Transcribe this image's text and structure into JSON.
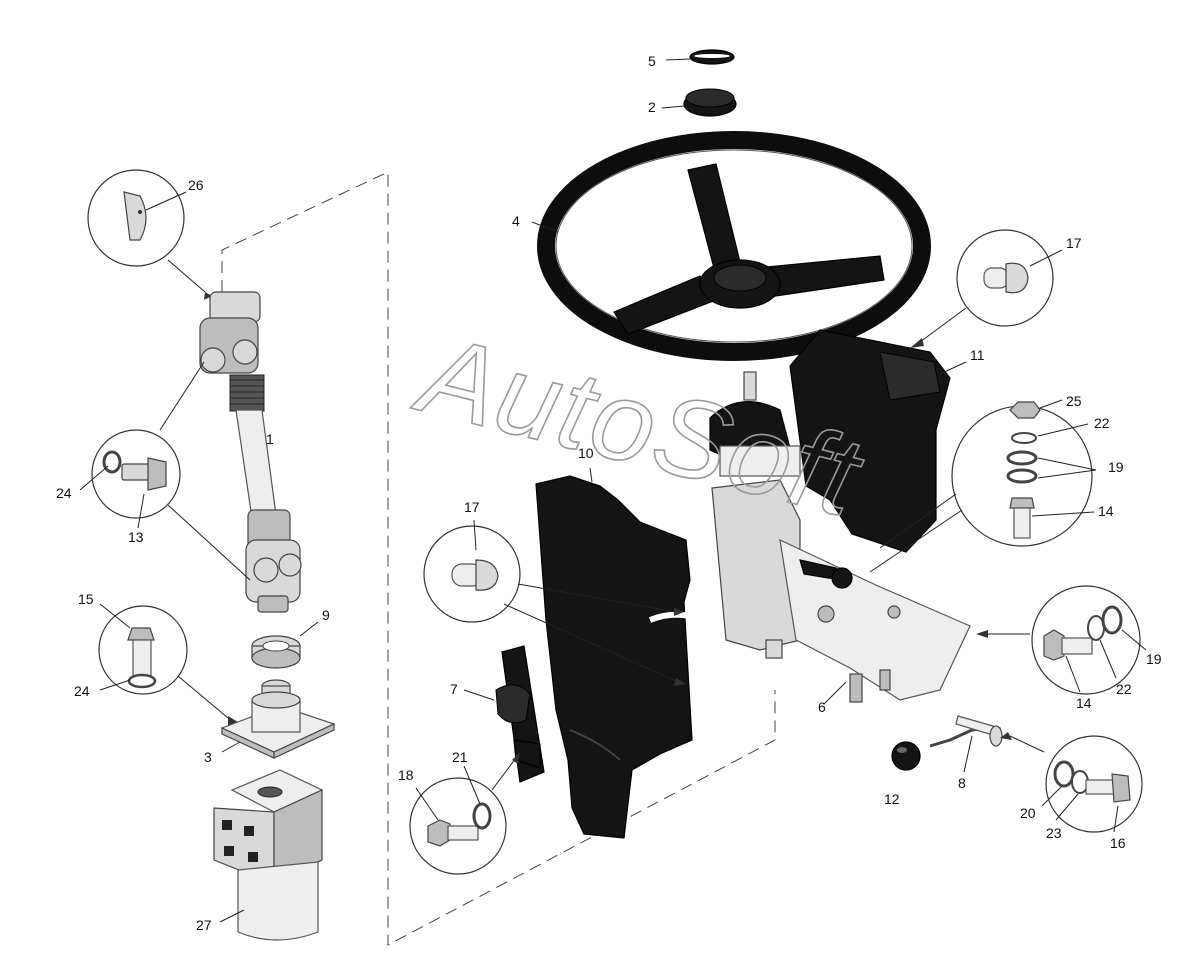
{
  "watermark": "AutoSoft",
  "labels": {
    "l1": "1",
    "l2": "2",
    "l3": "3",
    "l4": "4",
    "l5": "5",
    "l6": "6",
    "l7": "7",
    "l8": "8",
    "l9": "9",
    "l10": "10",
    "l11": "11",
    "l12": "12",
    "l13": "13",
    "l14a": "14",
    "l14b": "14",
    "l15": "15",
    "l16": "16",
    "l17a": "17",
    "l17b": "17",
    "l18": "18",
    "l19a": "19",
    "l19b": "19",
    "l20": "20",
    "l21": "21",
    "l22a": "22",
    "l22b": "22",
    "l23": "23",
    "l24a": "24",
    "l24b": "24",
    "l25": "25",
    "l26": "26",
    "l27": "27"
  }
}
